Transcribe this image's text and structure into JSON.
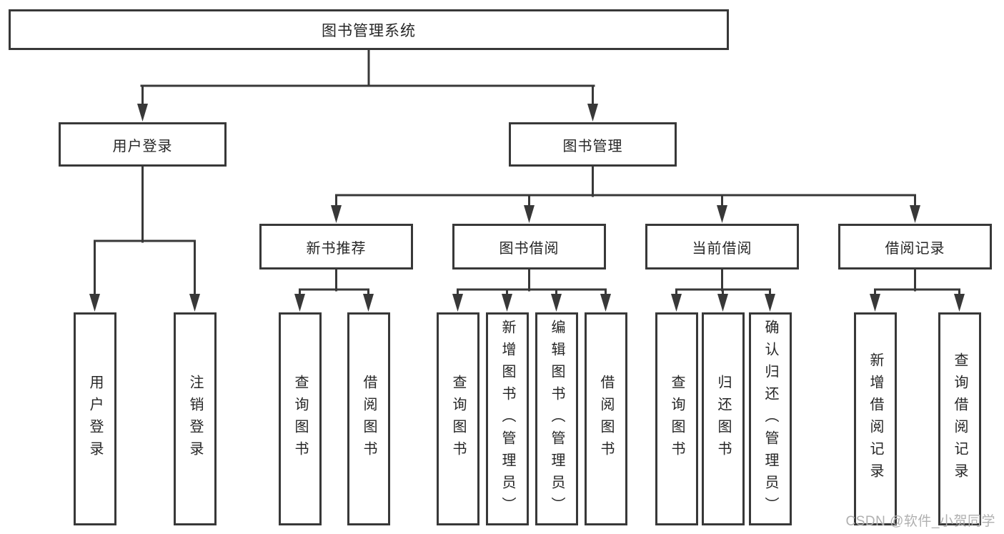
{
  "tree": {
    "root": {
      "label": "图书管理系统"
    },
    "branches": [
      {
        "label": "用户登录",
        "children": [
          {
            "label": "用户登录"
          },
          {
            "label": "注销登录"
          }
        ]
      },
      {
        "label": "图书管理",
        "children": [
          {
            "label": "新书推荐",
            "children": [
              {
                "label": "查询图书"
              },
              {
                "label": "借阅图书"
              }
            ]
          },
          {
            "label": "图书借阅",
            "children": [
              {
                "label": "查询图书"
              },
              {
                "label": "新增图书（管理员）"
              },
              {
                "label": "编辑图书（管理员）"
              },
              {
                "label": "借阅图书"
              }
            ]
          },
          {
            "label": "当前借阅",
            "children": [
              {
                "label": "查询图书"
              },
              {
                "label": "归还图书"
              },
              {
                "label": "确认归还（管理员）"
              }
            ]
          },
          {
            "label": "借阅记录",
            "children": [
              {
                "label": "新增借阅记录"
              },
              {
                "label": "查询借阅记录"
              }
            ]
          }
        ]
      }
    ]
  },
  "watermark": {
    "text": "CSDN @软件_小贺同学"
  },
  "colors": {
    "line": "#383838",
    "text": "#262626",
    "watermark": "#b0b0b0",
    "background": "#ffffff"
  }
}
